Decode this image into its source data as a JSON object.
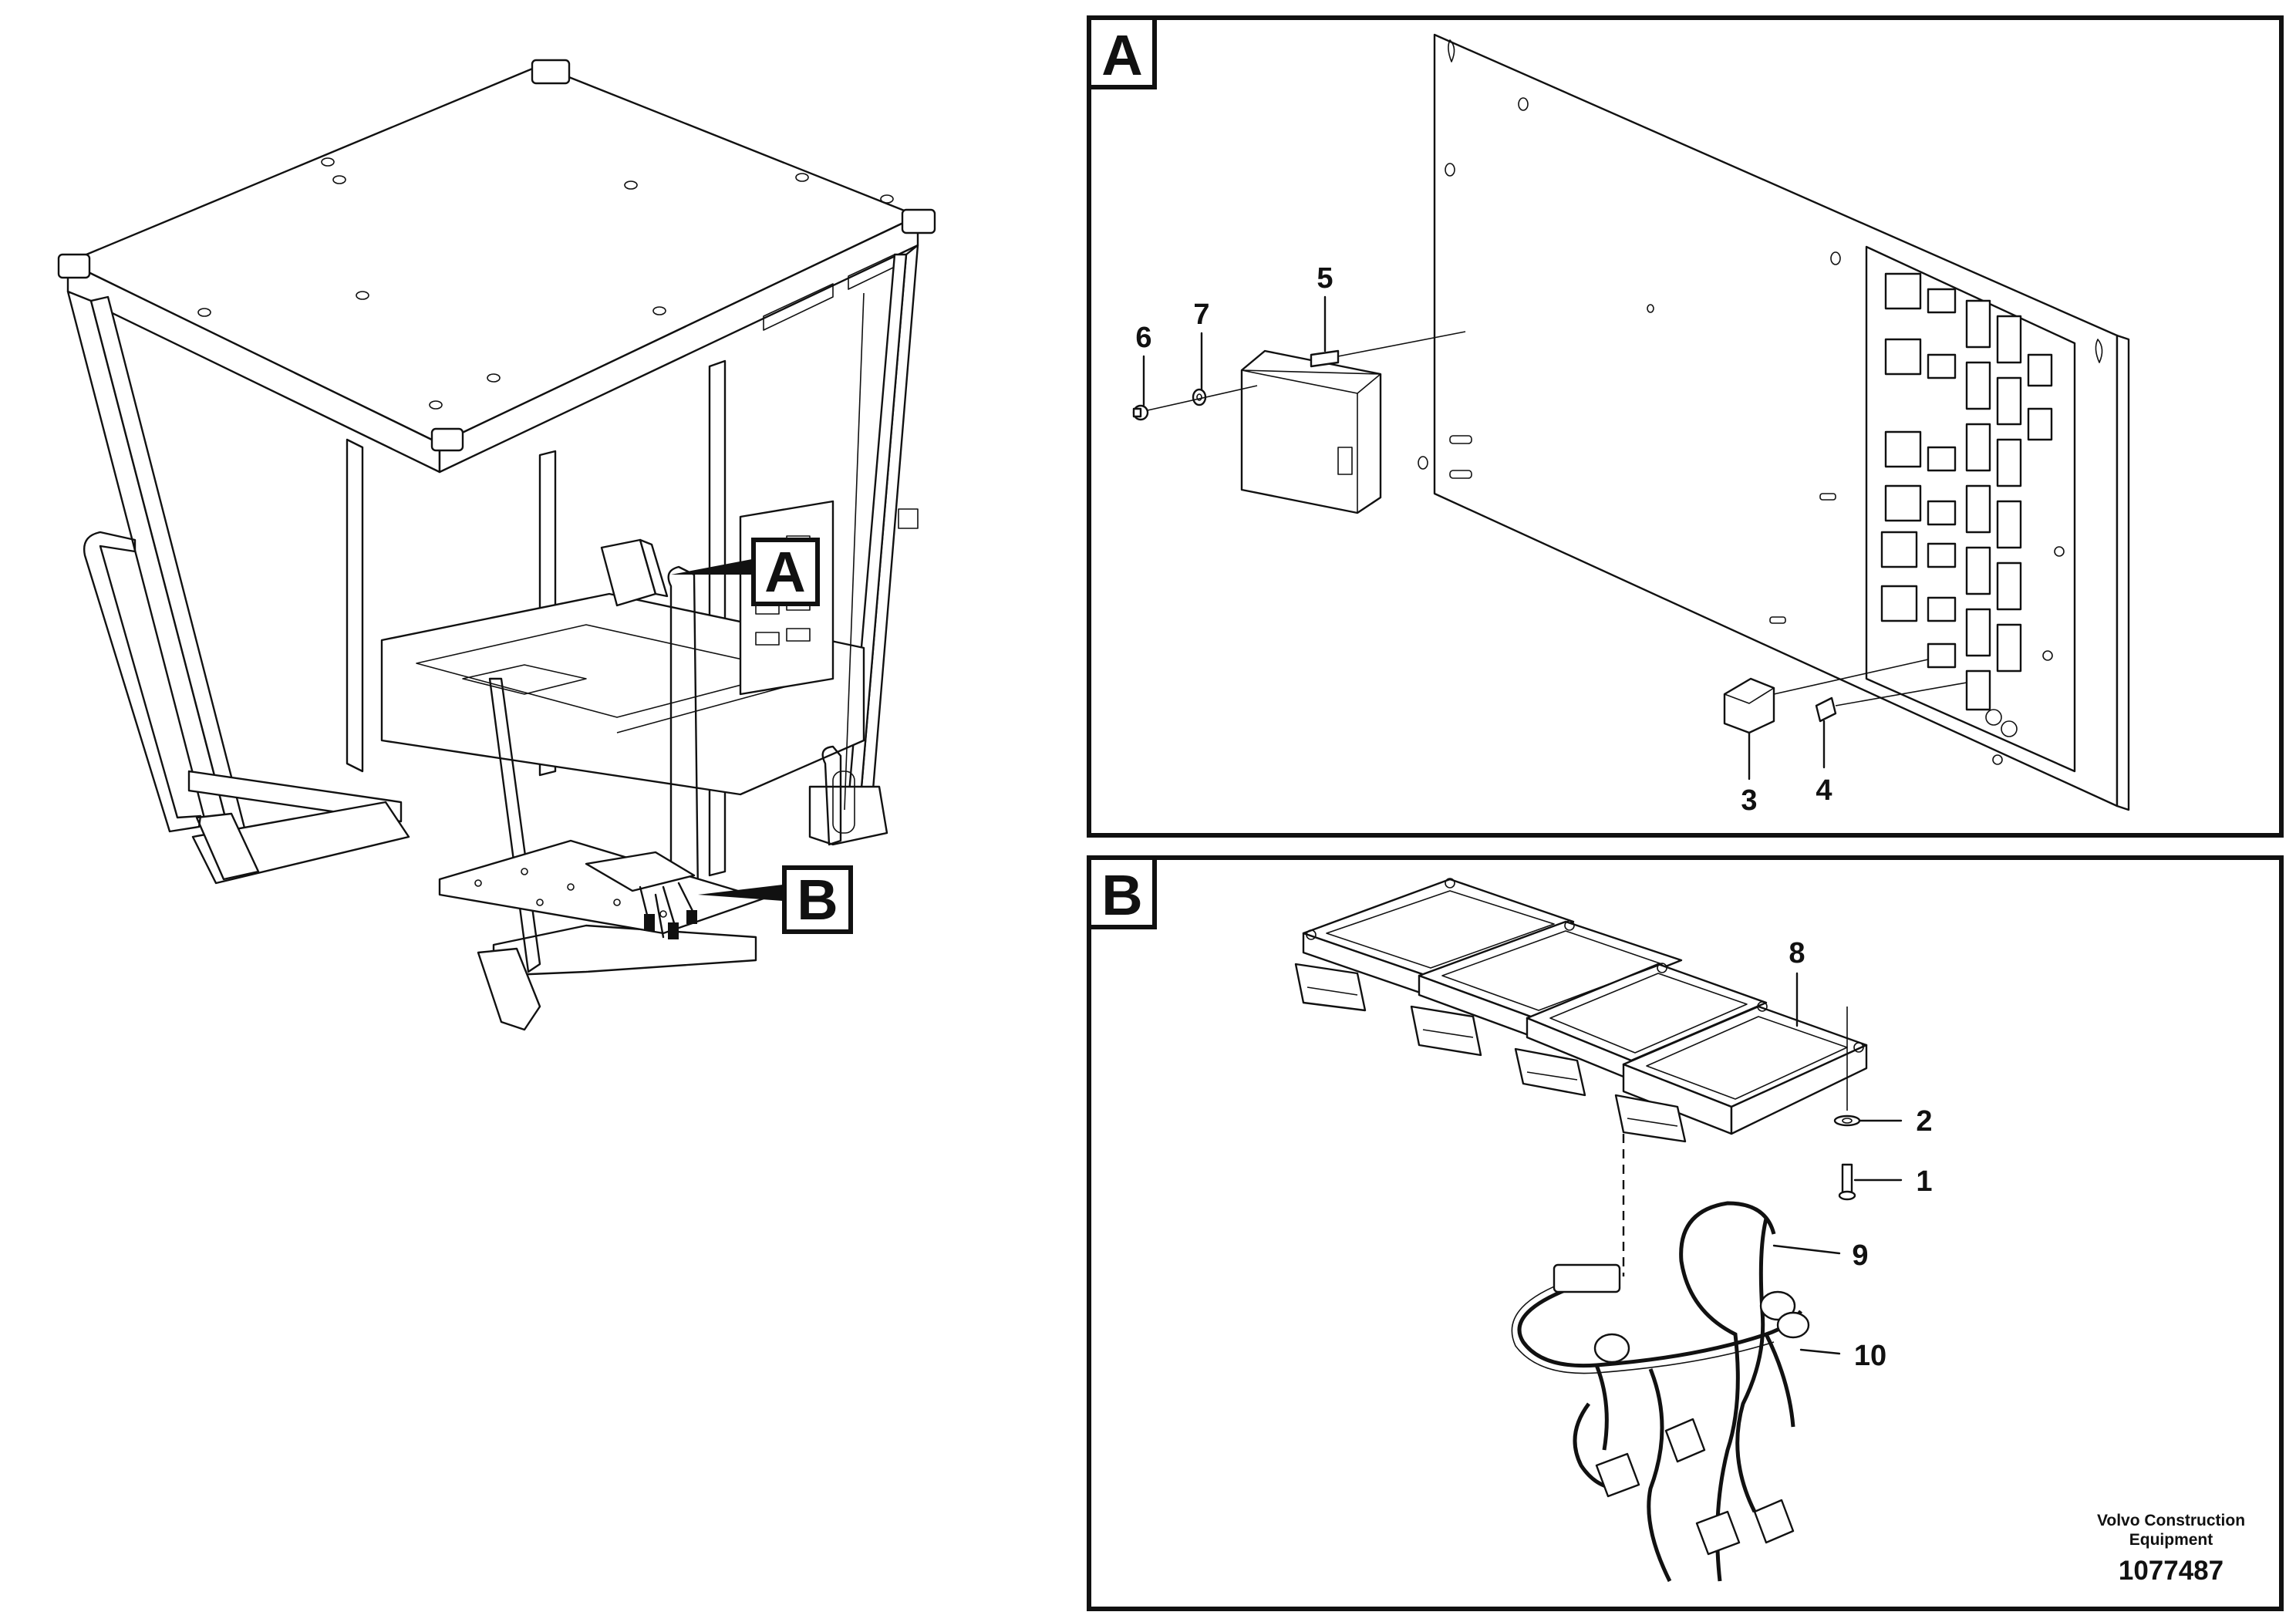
{
  "overview": {
    "view_markers": [
      {
        "letter": "A"
      },
      {
        "letter": "B"
      }
    ]
  },
  "detail_a": {
    "tag": "A",
    "callouts": [
      "3",
      "4",
      "5",
      "6",
      "7"
    ]
  },
  "detail_b": {
    "tag": "B",
    "callouts": [
      "1",
      "2",
      "8",
      "9",
      "10"
    ]
  },
  "footer": {
    "company_line1": "Volvo Construction",
    "company_line2": "Equipment",
    "drawing_number": "1077487"
  }
}
